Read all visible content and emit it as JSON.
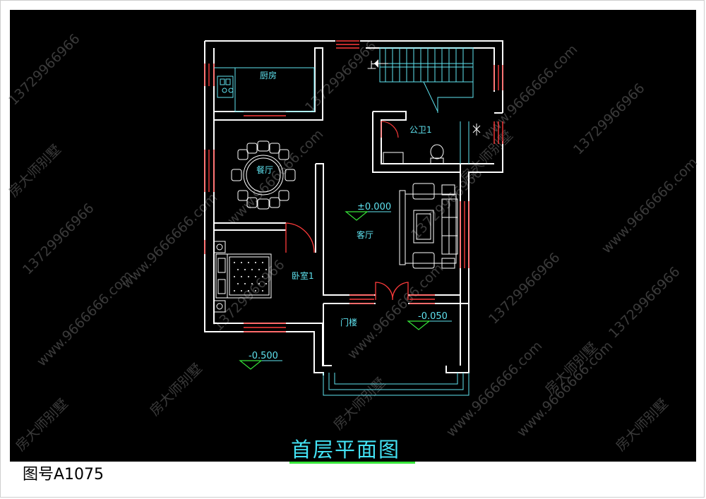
{
  "drawing": {
    "title": "首层平面图",
    "number": "图号A1075"
  },
  "rooms": {
    "kitchen": "厨房",
    "dining": "餐厅",
    "living": "客厅",
    "bedroom": "卧室1",
    "bathroom": "公卫1",
    "porch": "门楼"
  },
  "stair_label": "上",
  "levels": {
    "main": "±0.000",
    "porch": "-0.050",
    "outside": "-0.500"
  },
  "watermarks": {
    "phone": "13729966966",
    "site": "www.9666666.com",
    "brand": "房大师别墅"
  },
  "colors": {
    "background": "#000000",
    "wall": "#ffffff",
    "window": "#ff3b3b",
    "fixture": "#5fe3f0",
    "title": "#43e3f5",
    "underline": "#37e63a"
  }
}
